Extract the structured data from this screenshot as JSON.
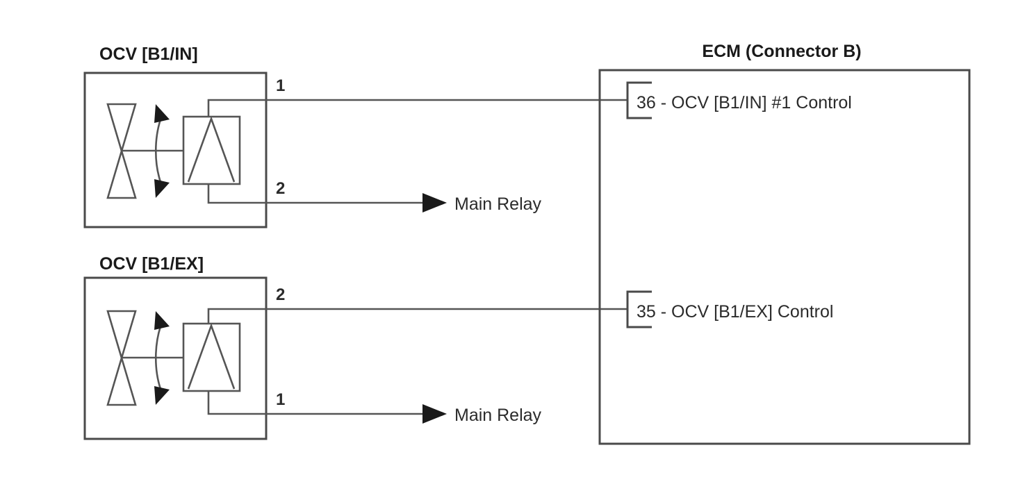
{
  "diagram": {
    "title_ocv_in": "OCV [B1/IN]",
    "title_ocv_ex": "OCV [B1/EX]",
    "title_ecm": "ECM (Connector B)",
    "ocv_in": {
      "pin_top": "1",
      "pin_bottom": "2",
      "destination_top": "36 - OCV [B1/IN] #1 Control",
      "destination_bottom": "Main Relay"
    },
    "ocv_ex": {
      "pin_top": "2",
      "pin_bottom": "1",
      "destination_top": "35 - OCV [B1/EX] Control",
      "destination_bottom": "Main Relay"
    },
    "ecm_pins": [
      {
        "number": "36",
        "label": "36 - OCV [B1/IN] #1 Control"
      },
      {
        "number": "35",
        "label": "35 - OCV [B1/EX] Control"
      }
    ],
    "relay_label_upper": "Main Relay",
    "relay_label_lower": "Main Relay",
    "colors": {
      "background": "#ffffff",
      "box_stroke": "#4a4a4a",
      "wire_stroke": "#555555",
      "text": "#1a1a1a",
      "arrow_fill": "#1a1a1a"
    }
  }
}
